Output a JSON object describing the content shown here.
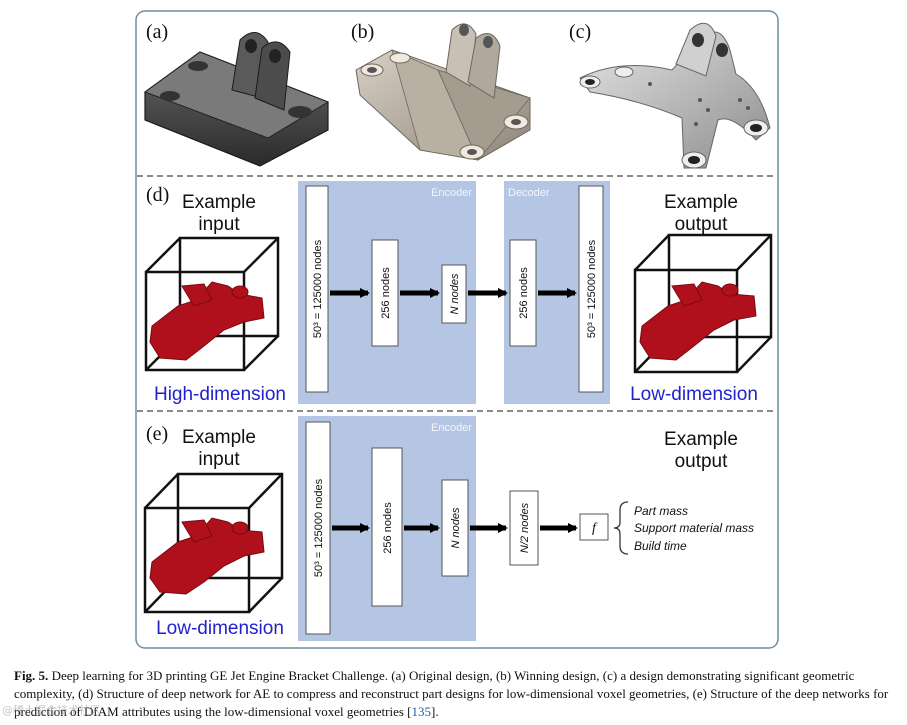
{
  "panels": {
    "a_label": "(a)",
    "b_label": "(b)",
    "c_label": "(c)",
    "d_label": "(d)",
    "e_label": "(e)"
  },
  "panel_d": {
    "input_line1": "Example",
    "input_line2": "input",
    "output_line1": "Example",
    "output_line2": "output",
    "encoder": "Encoder",
    "decoder": "Decoder",
    "node_in": "50³ = 125000 nodes",
    "node_256a": "256 nodes",
    "node_n": "N nodes",
    "node_256b": "256 nodes",
    "node_out": "50³ = 125000 nodes",
    "left_dim": "High-dimension",
    "right_dim": "Low-dimension"
  },
  "panel_e": {
    "input_line1": "Example",
    "input_line2": "input",
    "output_line1": "Example",
    "output_line2": "output",
    "encoder": "Encoder",
    "node_in": "50³ = 125000 nodes",
    "node_256": "256 nodes",
    "node_n": "N nodes",
    "node_n2": "N/2 nodes",
    "func": "f",
    "out1": "Part mass",
    "out2": "Support material mass",
    "out3": "Build time",
    "left_dim": "Low-dimension"
  },
  "caption": {
    "fig_label": "Fig. 5.",
    "text_before_ref": " Deep learning for 3D printing GE Jet Engine Bracket Challenge. (a) Original design, (b) Winning design, (c) a design demonstrating significant geometric complexity, (d) Structure of deep network for AE to compress and reconstruct part designs for low-dimensional voxel geometries, (e) Structure of the deep networks for prediction of DfAM attributes using the low-dimensional voxel geometries [",
    "ref": "135",
    "text_after_ref": "]."
  },
  "watermark": "@稀土掘金技术社区",
  "colors": {
    "encoder_fill": "#b4c6e4",
    "voxel_red": "#b0101c",
    "dim_label": "#2222cc",
    "frame_border": "#6e8fa3"
  }
}
